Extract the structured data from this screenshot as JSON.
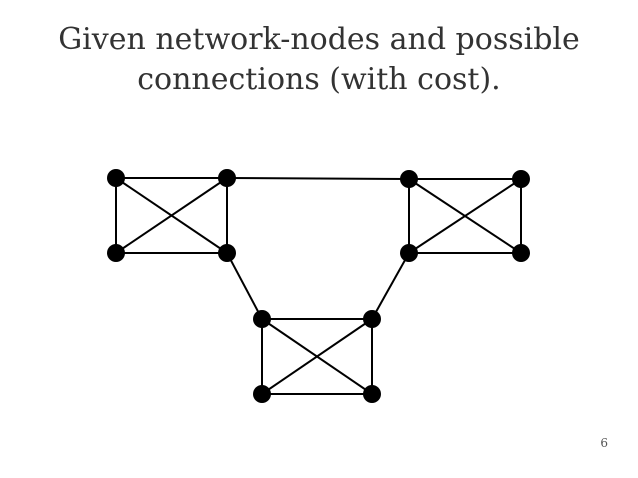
{
  "slide": {
    "title_line1": "Given network-nodes and possible",
    "title_line2": "connections (with cost).",
    "page_number": "6"
  },
  "graph": {
    "node_color": "#000000",
    "edge_color": "#000000",
    "nodes": [
      "n1",
      "n2",
      "n3",
      "n4",
      "n5",
      "n6",
      "n7",
      "n8",
      "n9",
      "n10",
      "n11",
      "n12"
    ],
    "edges": [
      [
        "n1",
        "n2"
      ],
      [
        "n1",
        "n3"
      ],
      [
        "n1",
        "n4"
      ],
      [
        "n2",
        "n3"
      ],
      [
        "n2",
        "n4"
      ],
      [
        "n3",
        "n4"
      ],
      [
        "n5",
        "n6"
      ],
      [
        "n5",
        "n7"
      ],
      [
        "n5",
        "n8"
      ],
      [
        "n6",
        "n7"
      ],
      [
        "n6",
        "n8"
      ],
      [
        "n7",
        "n8"
      ],
      [
        "n9",
        "n10"
      ],
      [
        "n9",
        "n11"
      ],
      [
        "n9",
        "n12"
      ],
      [
        "n10",
        "n11"
      ],
      [
        "n10",
        "n12"
      ],
      [
        "n11",
        "n12"
      ],
      [
        "n2",
        "n5"
      ],
      [
        "n4",
        "n9"
      ],
      [
        "n7",
        "n10"
      ]
    ]
  }
}
